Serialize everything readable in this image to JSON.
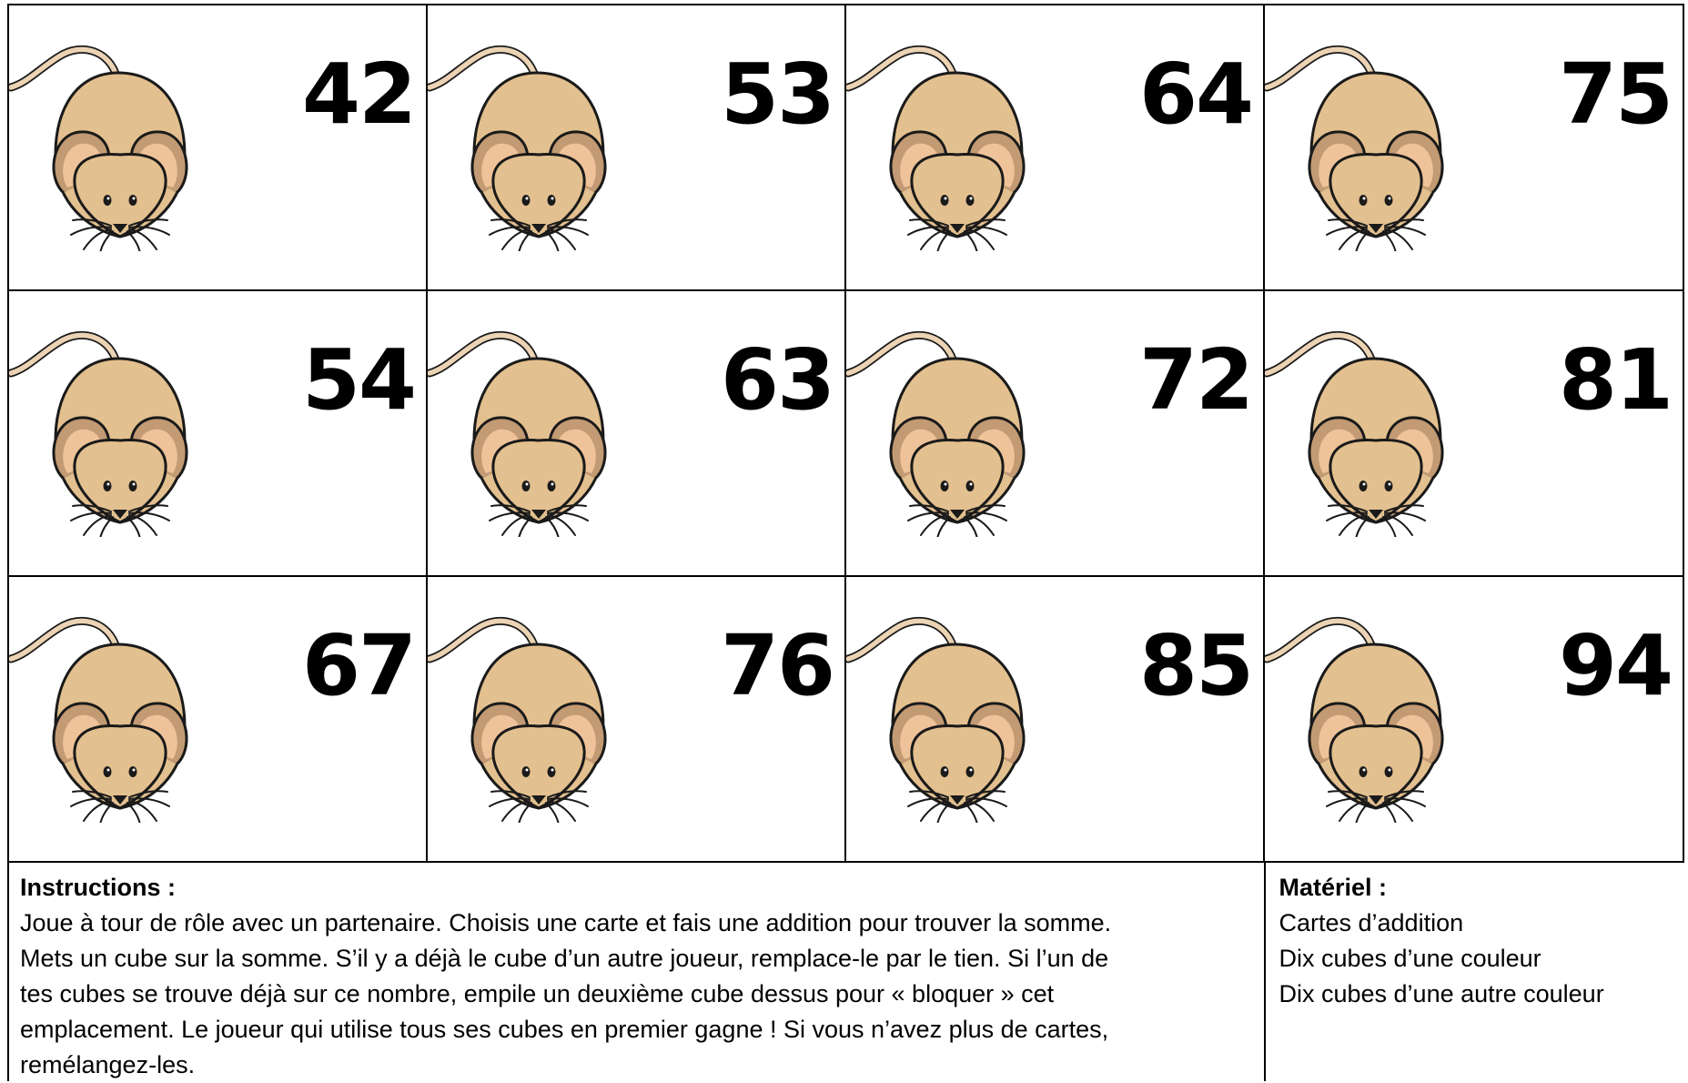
{
  "cards": [
    {
      "number": "42"
    },
    {
      "number": "53"
    },
    {
      "number": "64"
    },
    {
      "number": "75"
    },
    {
      "number": "54"
    },
    {
      "number": "63"
    },
    {
      "number": "72"
    },
    {
      "number": "81"
    },
    {
      "number": "67"
    },
    {
      "number": "76"
    },
    {
      "number": "85"
    },
    {
      "number": "94"
    }
  ],
  "instructions": {
    "heading": "Instructions :",
    "lines": [
      "Joue à tour de rôle avec un partenaire. Choisis une carte et fais une addition pour trouver la somme.",
      "Mets un cube sur la somme.  S’il y a déjà le cube d’un autre joueur, remplace-le par le tien. Si l’un de",
      "tes cubes se trouve déjà sur ce nombre, empile un deuxième cube dessus pour « bloquer » cet",
      "emplacement. Le joueur qui utilise tous ses cubes en premier gagne ! Si vous n’avez plus de cartes,",
      "remélangez-les."
    ]
  },
  "materials": {
    "heading": "Matériel :",
    "items": [
      "Cartes d’addition",
      "Dix cubes d’une couleur",
      "Dix cubes d’une autre couleur"
    ]
  },
  "colors": {
    "mouse_body": "#E3C08F",
    "mouse_ear_outer": "#C29A73",
    "mouse_ear_inner": "#EFC39A",
    "mouse_tail": "#EBD3B4",
    "outline": "#1a1a1a"
  },
  "icons": {
    "card_picture": "mouse-icon"
  }
}
